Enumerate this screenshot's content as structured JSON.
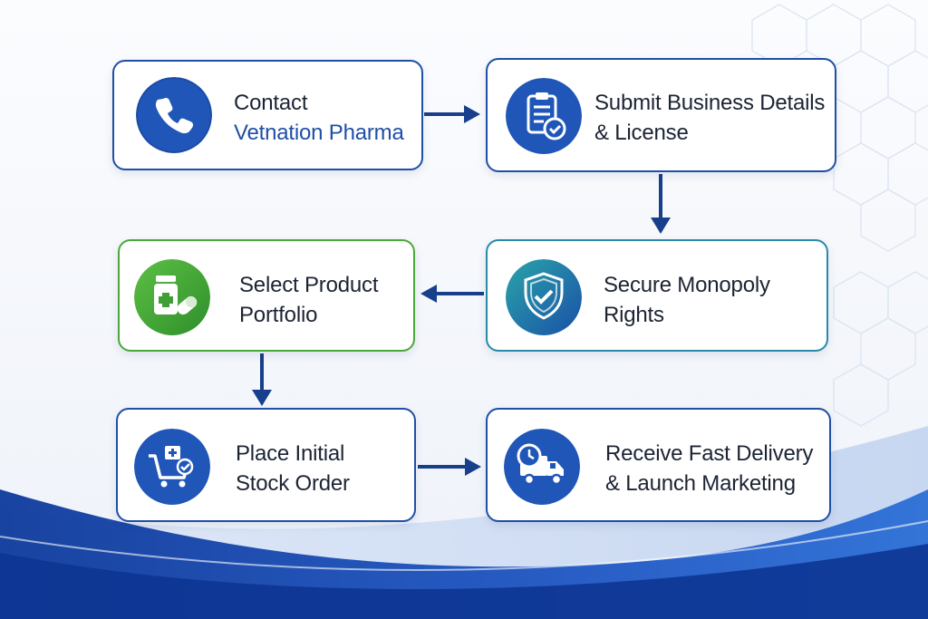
{
  "steps": [
    {
      "id": "contact",
      "line1": "Contact",
      "line2": "Vetnation Pharma",
      "icon": "phone-icon"
    },
    {
      "id": "submit",
      "line1": "Submit Business Details",
      "line2": "& License",
      "icon": "clipboard-check-icon"
    },
    {
      "id": "secure",
      "line1": "Secure Monopoly",
      "line2": "Rights",
      "icon": "shield-check-icon"
    },
    {
      "id": "select",
      "line1": "Select Product",
      "line2": "Portfolio",
      "icon": "medicine-bottle-pill-icon"
    },
    {
      "id": "order",
      "line1": "Place Initial",
      "line2": "Stock Order",
      "icon": "cart-check-icon"
    },
    {
      "id": "delivery",
      "line1": "Receive Fast Delivery",
      "line2": "& Launch Marketing",
      "icon": "delivery-truck-clock-icon"
    }
  ],
  "colors": {
    "primary": "#1f4fa6",
    "green": "#4aa83a",
    "teal": "#2a8aa6",
    "arrow": "#173f8c",
    "wave": "#1a4fb0"
  }
}
